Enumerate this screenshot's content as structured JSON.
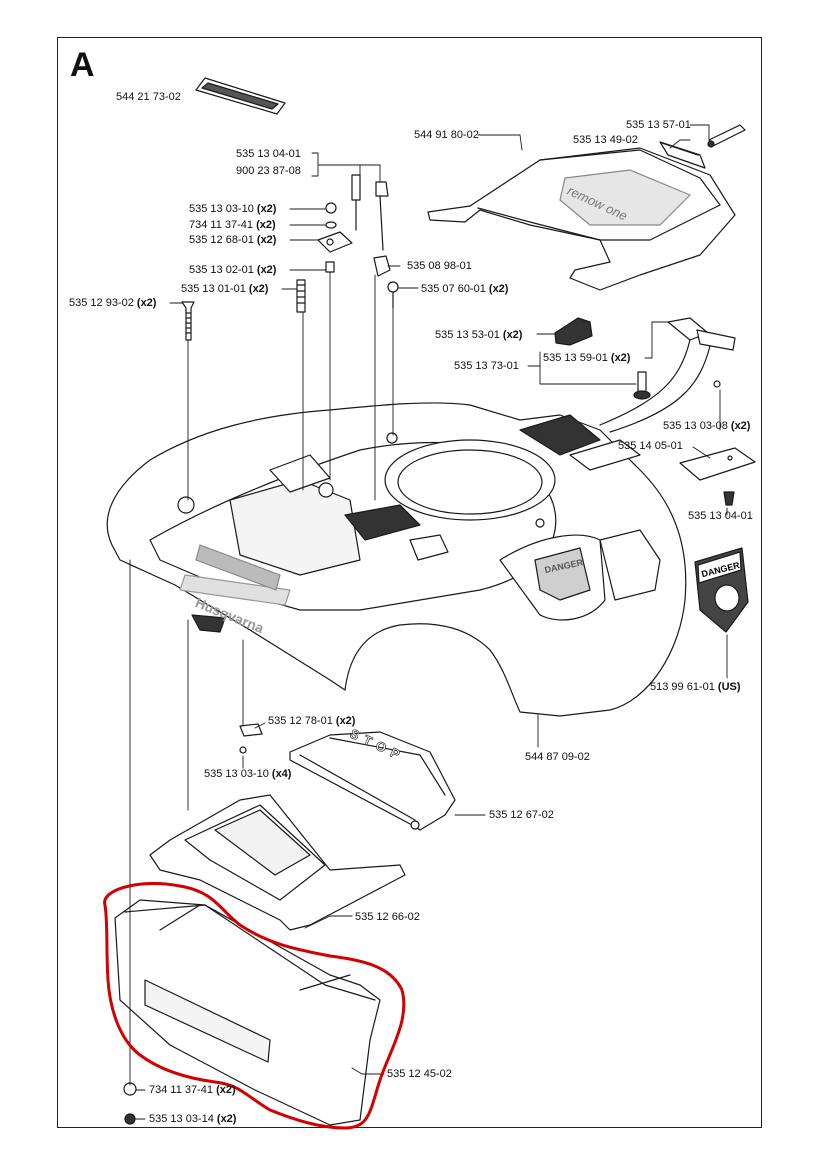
{
  "section": "A",
  "parts": [
    {
      "key": "p01",
      "number": "544 21 73-02",
      "qty": ""
    },
    {
      "key": "p02",
      "number": "535 13 04-01",
      "qty": ""
    },
    {
      "key": "p03",
      "number": "900 23 87-08",
      "qty": ""
    },
    {
      "key": "p04",
      "number": "544 91 80-02",
      "qty": ""
    },
    {
      "key": "p05",
      "number": "535 13 57-01",
      "qty": ""
    },
    {
      "key": "p06",
      "number": "535 13 49-02",
      "qty": ""
    },
    {
      "key": "p07",
      "number": "535 13 03-10",
      "qty": "(x2)"
    },
    {
      "key": "p08",
      "number": "734 11 37-41",
      "qty": "(x2)"
    },
    {
      "key": "p09",
      "number": "535 12 68-01",
      "qty": "(x2)"
    },
    {
      "key": "p10",
      "number": "535 13 02-01",
      "qty": "(x2)"
    },
    {
      "key": "p11",
      "number": "535 08 98-01",
      "qty": ""
    },
    {
      "key": "p12",
      "number": "535 13 01-01",
      "qty": "(x2)"
    },
    {
      "key": "p13",
      "number": "535 07 60-01",
      "qty": "(x2)"
    },
    {
      "key": "p14",
      "number": "535 12 93-02",
      "qty": "(x2)"
    },
    {
      "key": "p15",
      "number": "535 13 53-01",
      "qty": "(x2)"
    },
    {
      "key": "p16",
      "number": "535 13 59-01",
      "qty": "(x2)"
    },
    {
      "key": "p17",
      "number": "535 13 73-01",
      "qty": ""
    },
    {
      "key": "p18",
      "number": "535 13 03-08",
      "qty": "(x2)"
    },
    {
      "key": "p19",
      "number": "535 14 05-01",
      "qty": ""
    },
    {
      "key": "p20",
      "number": "535 13 04-01",
      "qty": ""
    },
    {
      "key": "p21",
      "number": "513 99 61-01",
      "qty": "(US)"
    },
    {
      "key": "p22",
      "number": "544 87 09-02",
      "qty": ""
    },
    {
      "key": "p23",
      "number": "535 12 78-01",
      "qty": "(x2)"
    },
    {
      "key": "p24",
      "number": "535 13 03-10",
      "qty": "(x4)"
    },
    {
      "key": "p25",
      "number": "535 12 67-02",
      "qty": ""
    },
    {
      "key": "p26",
      "number": "535 12 66-02",
      "qty": ""
    },
    {
      "key": "p27",
      "number": "535 12 45-02",
      "qty": ""
    },
    {
      "key": "p28",
      "number": "734 11 37-41",
      "qty": "(x2)"
    },
    {
      "key": "p29",
      "number": "535 13 03-14",
      "qty": "(x2)"
    }
  ],
  "artwork": {
    "brand": "Husqvarna",
    "cover_text": "remow one",
    "warning_label": "DANGER",
    "stop_button": "STOP"
  },
  "colors": {
    "line": "#1a1a1a",
    "highlight": "#d40000",
    "fill": "#ffffff",
    "shade": "#cfcfcf"
  }
}
